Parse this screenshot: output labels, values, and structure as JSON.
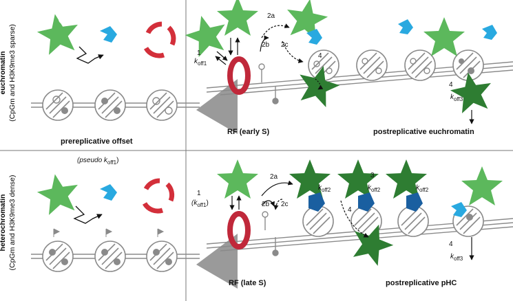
{
  "side_labels": {
    "top": {
      "line1": "euchromatin",
      "line2": "(CpGm and H3K9me3 sparse)"
    },
    "bottom": {
      "line1": "heterochromatin",
      "line2": "(CpGm and H3K9me3 dense)"
    }
  },
  "captions": {
    "top_left": "prereplicative offset",
    "top_mid": "RF (early S)",
    "top_right": "postreplicative euchromatin",
    "bottom_left_note": "(pseudo k",
    "bottom_left_note_sub": "off1",
    "bottom_left_note_close": ")",
    "bottom_mid": "RF (late S)",
    "bottom_right": "postreplicative pHC"
  },
  "step_labels": {
    "top": {
      "s1": "1",
      "k1": "k",
      "k1_sub": "off1",
      "s2a": "2a",
      "s2b": "2b",
      "s2c": "2c",
      "s4a": "4",
      "s4b": "4",
      "k3": "k",
      "k3_sub": "off3"
    },
    "bottom": {
      "s1": "1",
      "k1_open": "(k",
      "k1_sub": "off1",
      "k1_close": ")",
      "s2a": "2a",
      "s2b": "2b",
      "s2c": "2c",
      "s3": "3",
      "s4a": "4",
      "s4b": "4",
      "koff2_a": "k",
      "koff2_a_sub": "off2",
      "koff2_b": "k",
      "koff2_b_sub": "off2",
      "koff2_c": "k",
      "koff2_c_sub": "off2",
      "k3": "k",
      "k3_sub": "off3"
    }
  },
  "colors": {
    "light_green": "#5cb85c",
    "dark_green": "#2e7d32",
    "cyan": "#29a9e0",
    "dark_blue": "#1a5fa0",
    "red": "#d32f3a",
    "gray": "#999999",
    "line_gray": "#8a8a8a"
  }
}
